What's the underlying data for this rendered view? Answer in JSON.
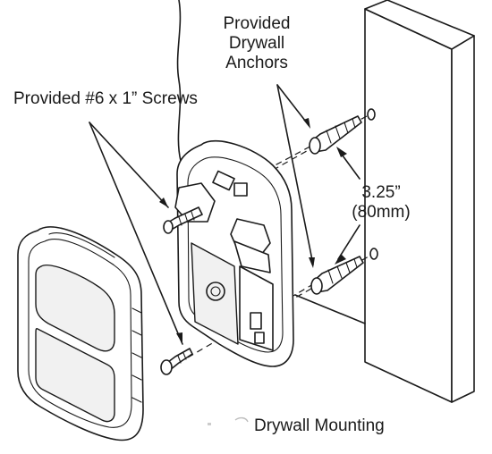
{
  "labels": {
    "screws": "Provided #6 x 1” Screws",
    "anchors_line1": "Provided",
    "anchors_line2": "Drywall",
    "anchors_line3": "Anchors",
    "spacing_in": "3.25”",
    "spacing_mm": "(80mm)",
    "caption": "Drywall Mounting"
  },
  "colors": {
    "line": "#1a1a1a",
    "background": "#ffffff"
  }
}
